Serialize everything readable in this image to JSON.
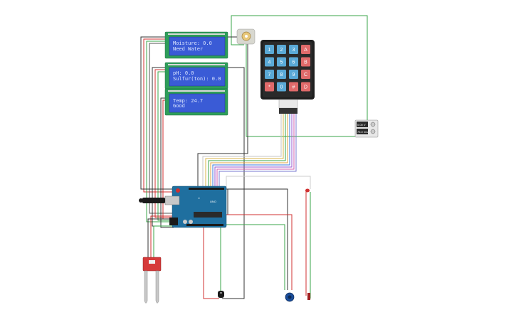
{
  "lcd1": {
    "line1": "Moisture: 0.0",
    "line2": "Need Water"
  },
  "lcd2": {
    "line1": "pH: 0.0",
    "line2": "Sulfur(ton): 0.0"
  },
  "lcd3": {
    "line1": "Temp: 24.7",
    "line2": "Good"
  },
  "keypad": {
    "keys": [
      "1",
      "2",
      "3",
      "A",
      "4",
      "5",
      "6",
      "B",
      "7",
      "8",
      "9",
      "C",
      "*",
      "0",
      "#",
      "D"
    ]
  },
  "arduino": {
    "label": "UNO"
  },
  "power_supply": {
    "line1": "0.00 V",
    "line2": "75.0 mA"
  },
  "colors": {
    "lcd_screen": "#3a5bd6",
    "lcd_board": "#2e9e5a",
    "keypad_number": "#5aa9d6",
    "keypad_letter": "#e06a6a",
    "arduino_board": "#1f6f9f",
    "wire_red": "#d03030",
    "wire_green": "#3aa64a",
    "wire_dark": "#333333"
  }
}
